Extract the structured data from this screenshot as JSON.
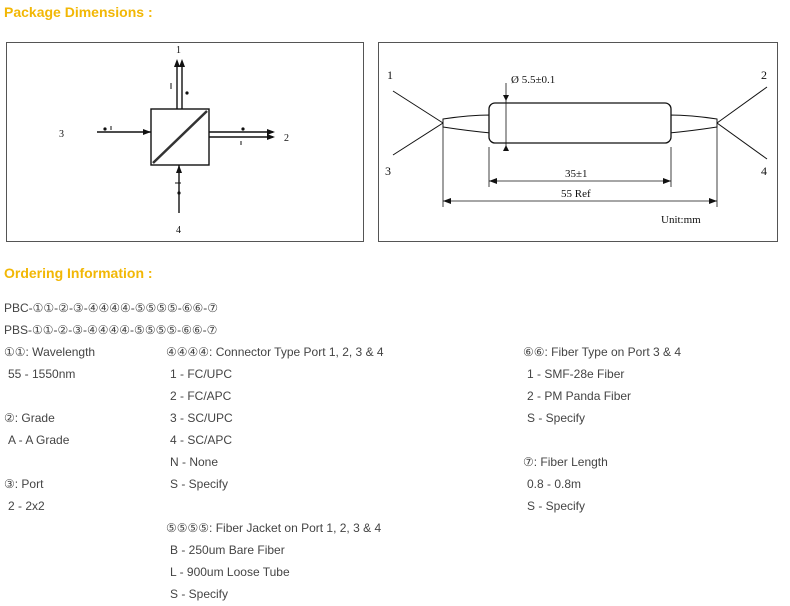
{
  "package": {
    "heading": "Package Dimensions :",
    "left": {
      "port1": "1",
      "port2": "2",
      "port3": "3",
      "port4": "4"
    },
    "right": {
      "port1": "1",
      "port2": "2",
      "port3": "3",
      "port4": "4",
      "diameter": "Ø 5.5±0.1",
      "body_length": "35±1",
      "total_length": "55 Ref",
      "unit": "Unit:mm"
    }
  },
  "ordering": {
    "heading": "Ordering Information :",
    "codes": [
      "PBC-①①-②-③-④④④④-⑤⑤⑤⑤-⑥⑥-⑦",
      "PBS-①①-②-③-④④④④-⑤⑤⑤⑤-⑥⑥-⑦"
    ],
    "col1": [
      "①①: Wavelength",
      "55 - 1550nm",
      "②: Grade",
      "A - A Grade",
      "③: Port",
      "2 - 2x2"
    ],
    "col2": [
      "④④④④: Connector Type Port 1, 2, 3 & 4",
      "1 - FC/UPC",
      "2 - FC/APC",
      "3 - SC/UPC",
      "4 - SC/APC",
      "N - None",
      "S - Specify",
      "⑤⑤⑤⑤: Fiber Jacket on Port 1, 2, 3 & 4",
      "B - 250um Bare Fiber",
      "L - 900um Loose Tube",
      "S - Specify"
    ],
    "col3": [
      "⑥⑥: Fiber Type on Port 3 & 4",
      "1 - SMF-28e Fiber",
      "2 - PM Panda Fiber",
      "S - Specify",
      "⑦: Fiber Length",
      "0.8 - 0.8m",
      "S - Specify"
    ]
  }
}
